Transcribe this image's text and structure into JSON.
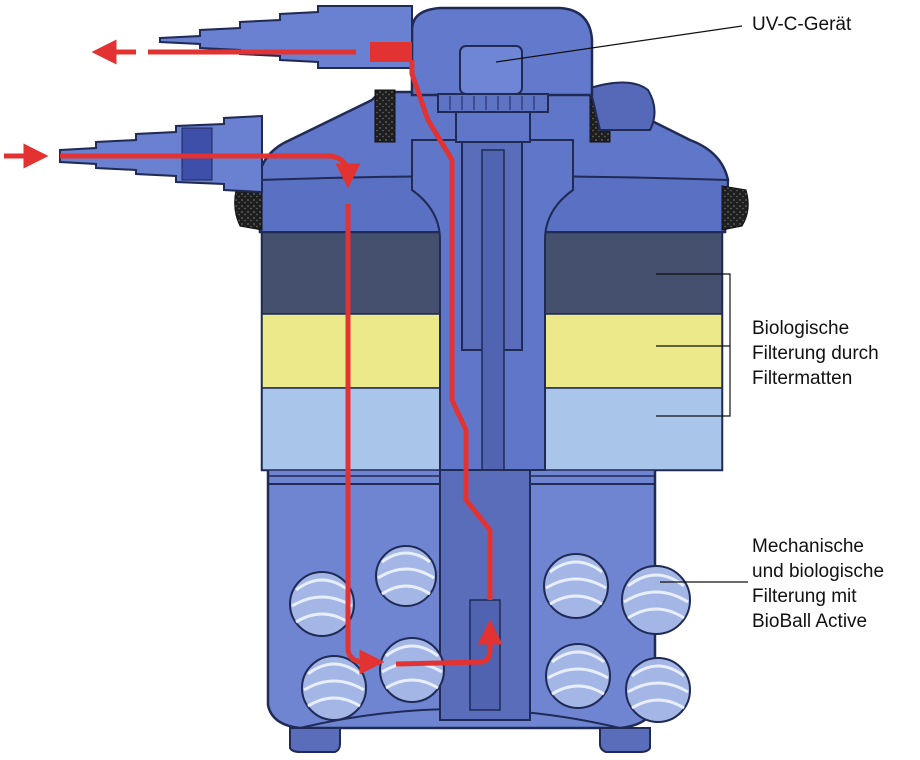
{
  "labels": {
    "uv": "UV-C-Gerät",
    "biological": [
      "Biologische",
      "Filterung durch",
      "Filtermatten"
    ],
    "mechanical": [
      "Mechanische",
      "und biologische",
      "Filterung mit",
      "BioBall Active"
    ]
  },
  "colors": {
    "body": "#6f85d2",
    "body_dark": "#4f63b0",
    "outline": "#1f2a55",
    "mat_dark": "#454f6e",
    "mat_yellow": "#ece98a",
    "mat_light_blue": "#a9c5ea",
    "flow_arrow": "#e23232",
    "seal": "#262626"
  }
}
